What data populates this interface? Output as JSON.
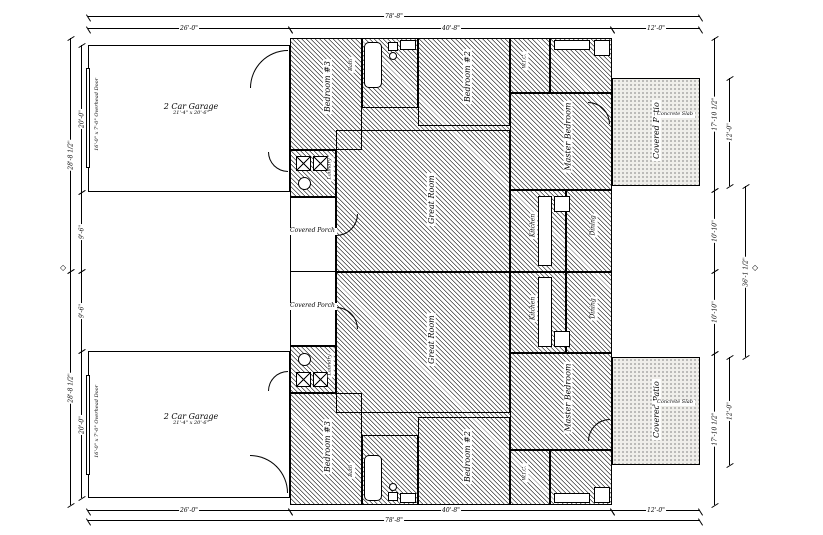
{
  "sheet": {
    "bg": "#ffffff",
    "line_color": "#000000",
    "hatch_color": "#3a3a3a"
  },
  "rooms": {
    "garage_a": "2 Car Garage",
    "garage_a_size": "21'-4\" x 20'-6\"",
    "garage_b": "2 Car Garage",
    "garage_b_size": "21'-4\" x 20'-6\"",
    "porch_a": "Covered Porch",
    "porch_b": "Covered Porch",
    "patio_a": "Covered Patio",
    "patio_a_note": "Concrete Slab",
    "patio_b": "Covered Patio",
    "patio_b_note": "Concrete Slab",
    "great_a": "Great Room",
    "great_b": "Great Room",
    "kitchen_a": "Kitchen",
    "kitchen_b": "Kitchen",
    "dining_a": "Dining",
    "dining_b": "Dining",
    "master_a": "Master Bedroom",
    "master_b": "Master Bedroom",
    "bed2_a": "Bedroom #2",
    "bed2_b": "Bedroom #2",
    "bed3_a": "Bedroom #3",
    "bed3_b": "Bedroom #3",
    "wic_a": "W.I.C.",
    "wic_b": "W.I.C.",
    "bath_a": "Bath",
    "bath_b": "Bath",
    "laundry_a": "Laundry",
    "laundry_b": "Laundry"
  },
  "notes": {
    "oh_door_a": "16'-0\" x 7'-0\" Overhead Door",
    "oh_door_b": "16'-0\" x 7'-0\" Overhead Door"
  },
  "icons": {
    "level_marker": "◇"
  },
  "dims": {
    "top_overall": "78'-8\"",
    "top_seg1": "26'-0\"",
    "top_seg2": "40'-8\"",
    "top_seg3": "12'-0\"",
    "bottom_overall": "78'-8\"",
    "bottom_seg1": "26'-0\"",
    "bottom_seg2": "40'-8\"",
    "bottom_seg3": "12'-0\"",
    "left_upper": "28'-8 1/2\"",
    "left_lower": "28'-8 1/2\"",
    "left_garage_a": "20'-0\"",
    "left_mid_a": "9'-6\"",
    "left_mid_b": "9'-6\"",
    "left_garage_b": "20'-0\"",
    "right_master_a": "17'-10 1/2\"",
    "right_mid_a": "10'-10\"",
    "right_mid_b": "10'-10\"",
    "right_master_b": "17'-10 1/2\"",
    "right_patio_a": "12'-0\"",
    "right_patio_b": "12'-0\"",
    "mid_width": "36'-1 1/2\""
  }
}
